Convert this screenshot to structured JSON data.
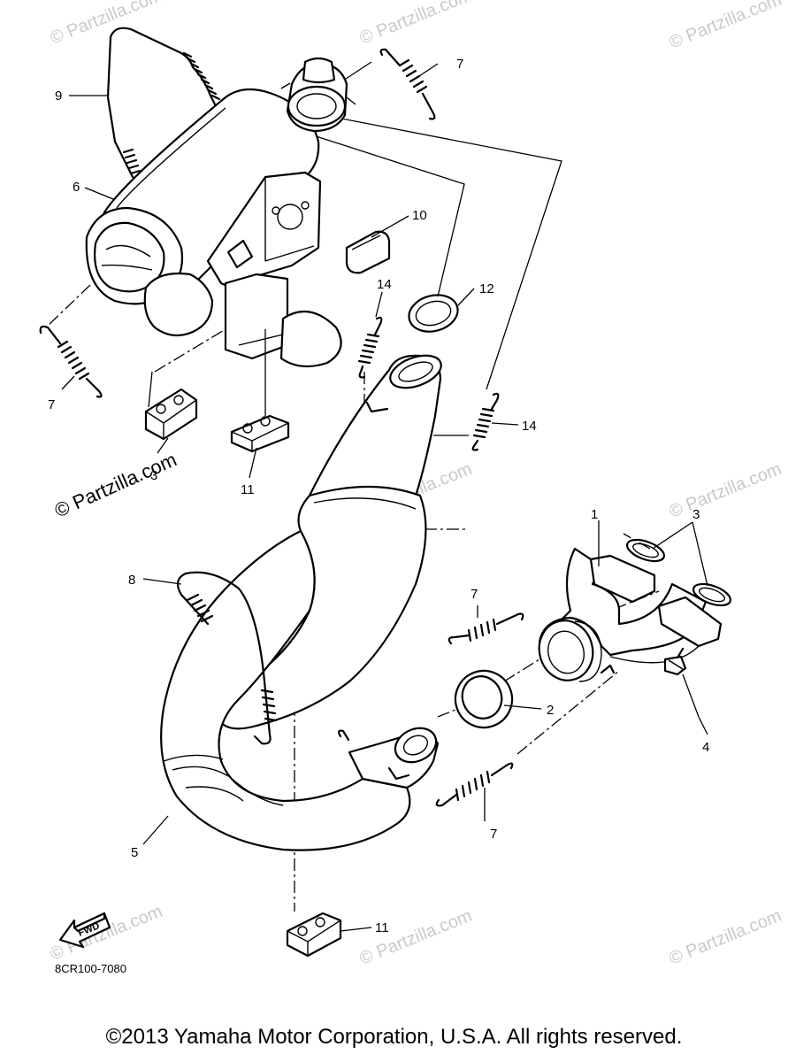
{
  "callouts": {
    "c1": "1",
    "c2": "2",
    "c3a": "3",
    "c3b": "3",
    "c4": "4",
    "c5": "5",
    "c6": "6",
    "c7a": "7",
    "c7b": "7",
    "c7c": "7",
    "c7d": "7",
    "c8": "8",
    "c9": "9",
    "c10": "10",
    "c11a": "11",
    "c11b": "11",
    "c12": "12",
    "c14a": "14",
    "c14b": "14"
  },
  "watermark": {
    "text": "© Partzilla.com",
    "dark_text": "© Partzilla.com"
  },
  "fwd_label": "FWD",
  "diagram_code": "8CR100-7080",
  "copyright": "©2013  Yamaha Motor Corporation, U.S.A. All rights reserved."
}
